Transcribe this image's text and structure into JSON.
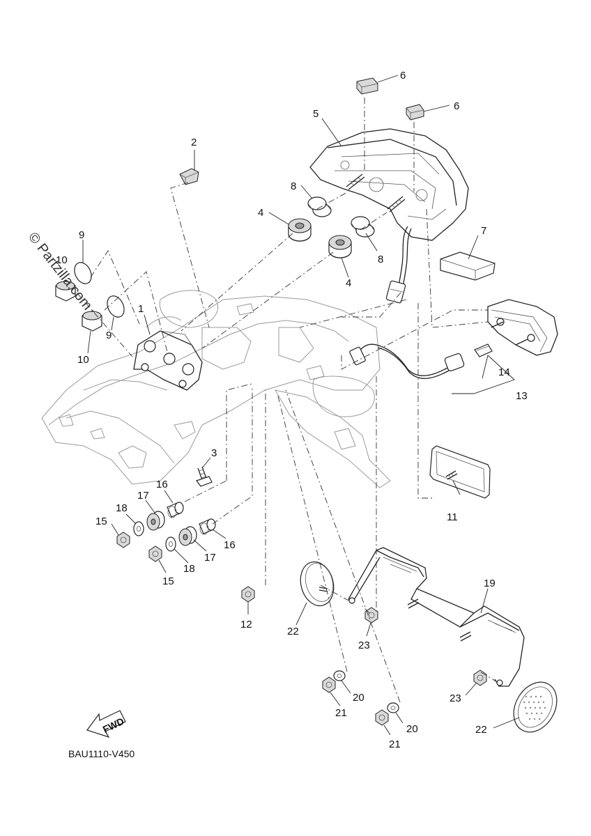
{
  "diagram_code": "BAU1110-V450",
  "watermark": "© Partzilla.com",
  "fwd_label": "FWD",
  "callouts": [
    {
      "id": "c1",
      "label": "1"
    },
    {
      "id": "c2",
      "label": "2"
    },
    {
      "id": "c3",
      "label": "3"
    },
    {
      "id": "c4a",
      "label": "4"
    },
    {
      "id": "c4b",
      "label": "4"
    },
    {
      "id": "c5",
      "label": "5"
    },
    {
      "id": "c6a",
      "label": "6"
    },
    {
      "id": "c6b",
      "label": "6"
    },
    {
      "id": "c7",
      "label": "7"
    },
    {
      "id": "c8a",
      "label": "8"
    },
    {
      "id": "c8b",
      "label": "8"
    },
    {
      "id": "c9a",
      "label": "9"
    },
    {
      "id": "c9b",
      "label": "9"
    },
    {
      "id": "c10a",
      "label": "10"
    },
    {
      "id": "c10b",
      "label": "10"
    },
    {
      "id": "c11",
      "label": "11"
    },
    {
      "id": "c12",
      "label": "12"
    },
    {
      "id": "c13",
      "label": "13"
    },
    {
      "id": "c14",
      "label": "14"
    },
    {
      "id": "c15a",
      "label": "15"
    },
    {
      "id": "c15b",
      "label": "15"
    },
    {
      "id": "c16a",
      "label": "16"
    },
    {
      "id": "c16b",
      "label": "16"
    },
    {
      "id": "c17a",
      "label": "17"
    },
    {
      "id": "c17b",
      "label": "17"
    },
    {
      "id": "c18a",
      "label": "18"
    },
    {
      "id": "c18b",
      "label": "18"
    },
    {
      "id": "c19",
      "label": "19"
    },
    {
      "id": "c20a",
      "label": "20"
    },
    {
      "id": "c20b",
      "label": "20"
    },
    {
      "id": "c21a",
      "label": "21"
    },
    {
      "id": "c21b",
      "label": "21"
    },
    {
      "id": "c22a",
      "label": "22"
    },
    {
      "id": "c22b",
      "label": "22"
    },
    {
      "id": "c23a",
      "label": "23"
    },
    {
      "id": "c23b",
      "label": "23"
    }
  ]
}
